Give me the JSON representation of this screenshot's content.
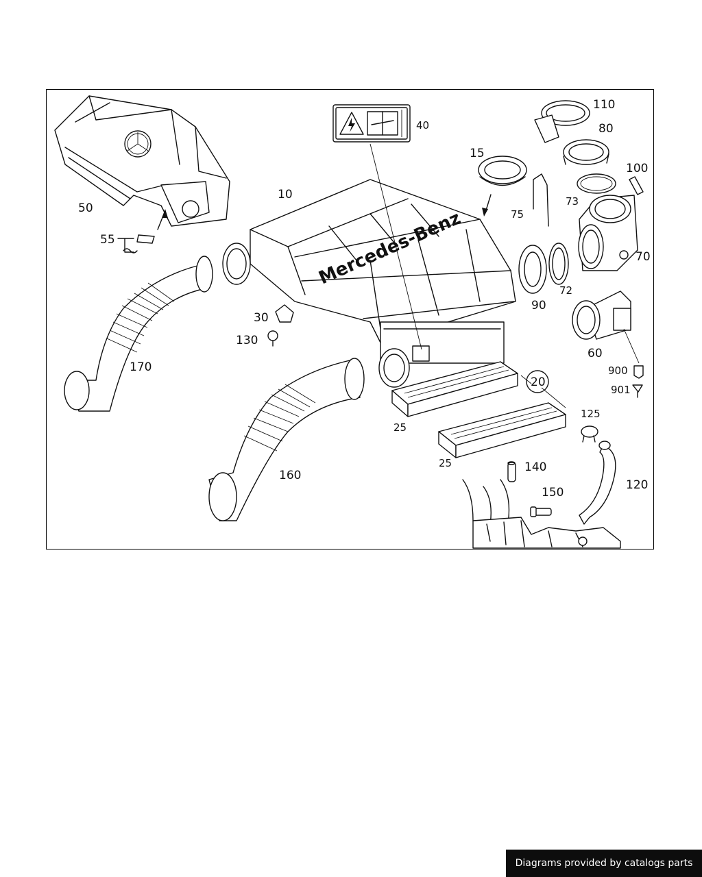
{
  "brand_text": "Mercedes-Benz",
  "part_labels": {
    "p10": "10",
    "p15": "15",
    "p20": "20",
    "p25a": "25",
    "p25b": "25",
    "p30": "30",
    "p40": "40",
    "p50": "50",
    "p55": "55",
    "p60": "60",
    "p70": "70",
    "p72": "72",
    "p73": "73",
    "p75": "75",
    "p80": "80",
    "p90": "90",
    "p100": "100",
    "p110": "110",
    "p120": "120",
    "p125": "125",
    "p130": "130",
    "p140": "140",
    "p150": "150",
    "p160": "160",
    "p170": "170",
    "p900": "900",
    "p901": "901"
  },
  "footer": {
    "credit": "Diagrams provided by catalogs parts"
  },
  "icons": [
    "high-voltage-warning-icon",
    "manual-wrench-icon"
  ],
  "colors": {
    "line": "#111111",
    "background": "#ffffff",
    "banner": "#0d0d0d"
  }
}
